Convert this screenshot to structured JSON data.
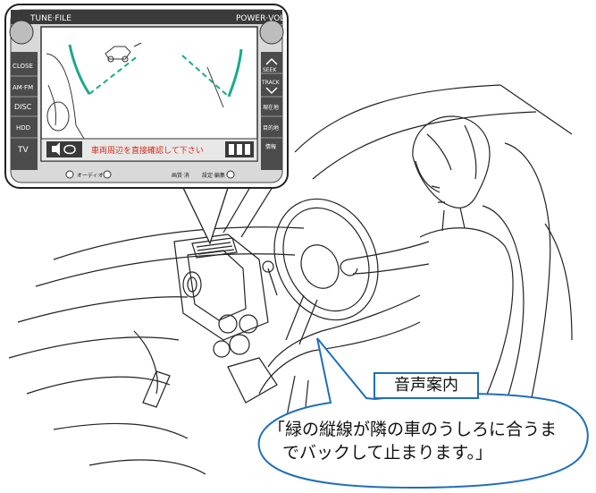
{
  "screen": {
    "left_labels": [
      "CLOSE",
      "AM·FM",
      "DISC",
      "HDD",
      "TV"
    ],
    "top_left_label": "TUNE·FILE",
    "top_right_label": "POWER·VOL",
    "right_labels": [
      "SEEK",
      "TRACK",
      "現在地",
      "目的地",
      "情報"
    ],
    "message": "車両周辺を直接確認して下さい",
    "bottom_labels": [
      "オーディオ",
      "画質·消",
      "設定·編集"
    ]
  },
  "guidance": {
    "tag_label": "音声案内",
    "line1": "「緑の縦線が隣の車のうしろに合うま",
    "line2": "でバックして止まります。」"
  },
  "colors": {
    "bubble_border": "#1f6fb8",
    "guide_green": "#1aaa8a",
    "message_red": "#d42a1a"
  }
}
